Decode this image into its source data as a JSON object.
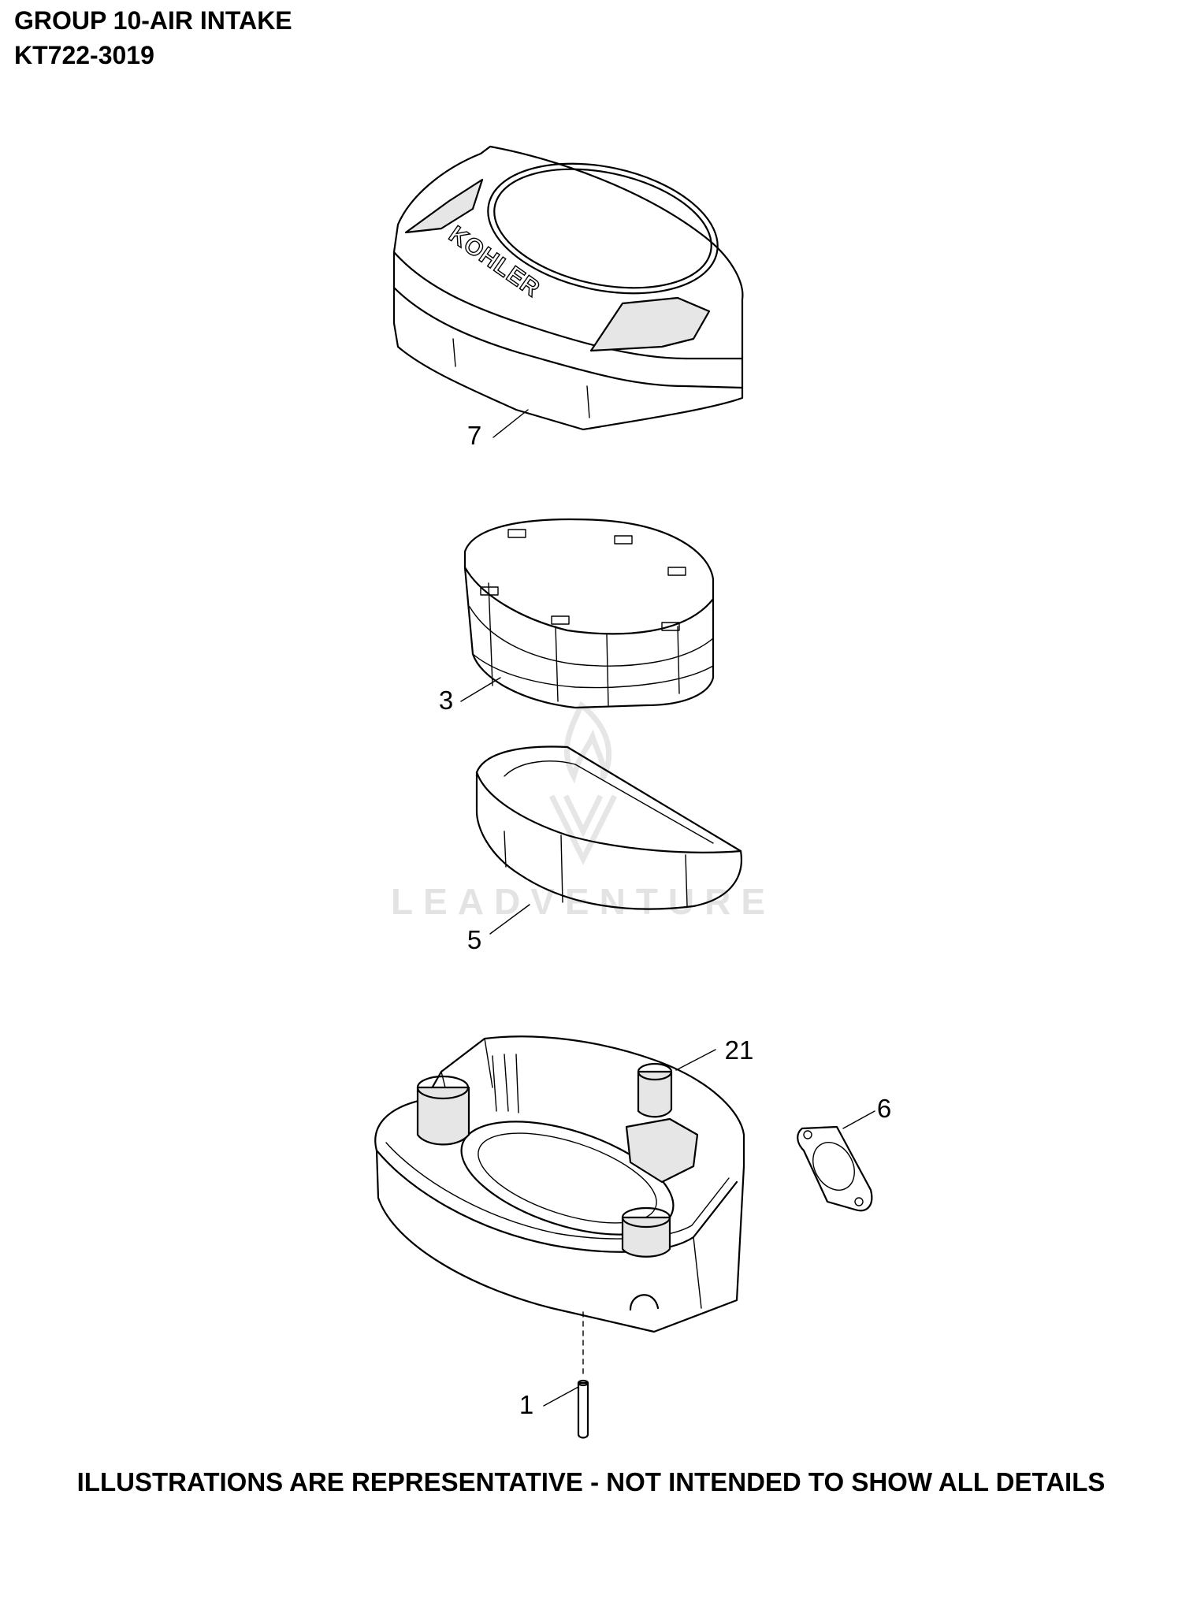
{
  "header": {
    "group_title": "GROUP 10-AIR INTAKE",
    "model_number": "KT722-3019"
  },
  "footer": {
    "disclaimer": "ILLUSTRATIONS ARE REPRESENTATIVE - NOT INTENDED TO SHOW ALL DETAILS"
  },
  "cover": {
    "brand_label": "KOHLER"
  },
  "watermark": {
    "text": "LEADVENTURE"
  },
  "callouts": {
    "cover": "7",
    "element": "3",
    "precleaner": "5",
    "base": "21",
    "gasket": "6",
    "pin": "1"
  }
}
